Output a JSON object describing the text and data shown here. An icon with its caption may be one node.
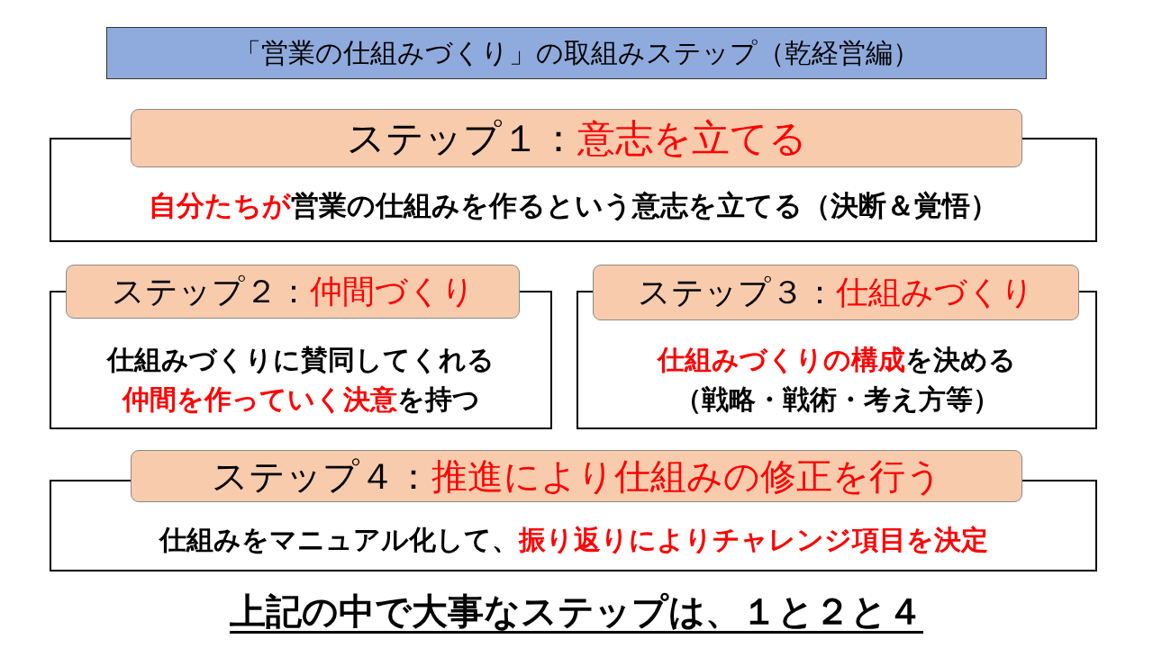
{
  "diagram": {
    "nodes": [
      {
        "text": [
          "「営業の仕組みづくり」の取組みステップ（乾経営編）"
        ]
      },
      {
        "text": [
          "ステップ１：**意志を立てる**",
          "**自分たちが**営業の仕組みを作るという意志を立てる（決断＆覚悟）"
        ]
      },
      {
        "text": [
          "ステップ２：**仲間づくり**",
          "仕組みづくりに賛同してくれる**仲間を作っていく決意**を持つ"
        ]
      },
      {
        "text": [
          "ステップ３：**仕組みづくり**",
          "**仕組みづくりの構成**を決める",
          "（戦略・戦術・考え方等）"
        ]
      },
      {
        "text": [
          "ステップ４：**推進により仕組みの修正を行う**",
          "仕組みをマニュアル化して、**振り返りによりチャレンジ項目を決定**"
        ]
      }
    ],
    "labels": [
      "上記の中で大事なステップは、１と２と４"
    ]
  }
}
